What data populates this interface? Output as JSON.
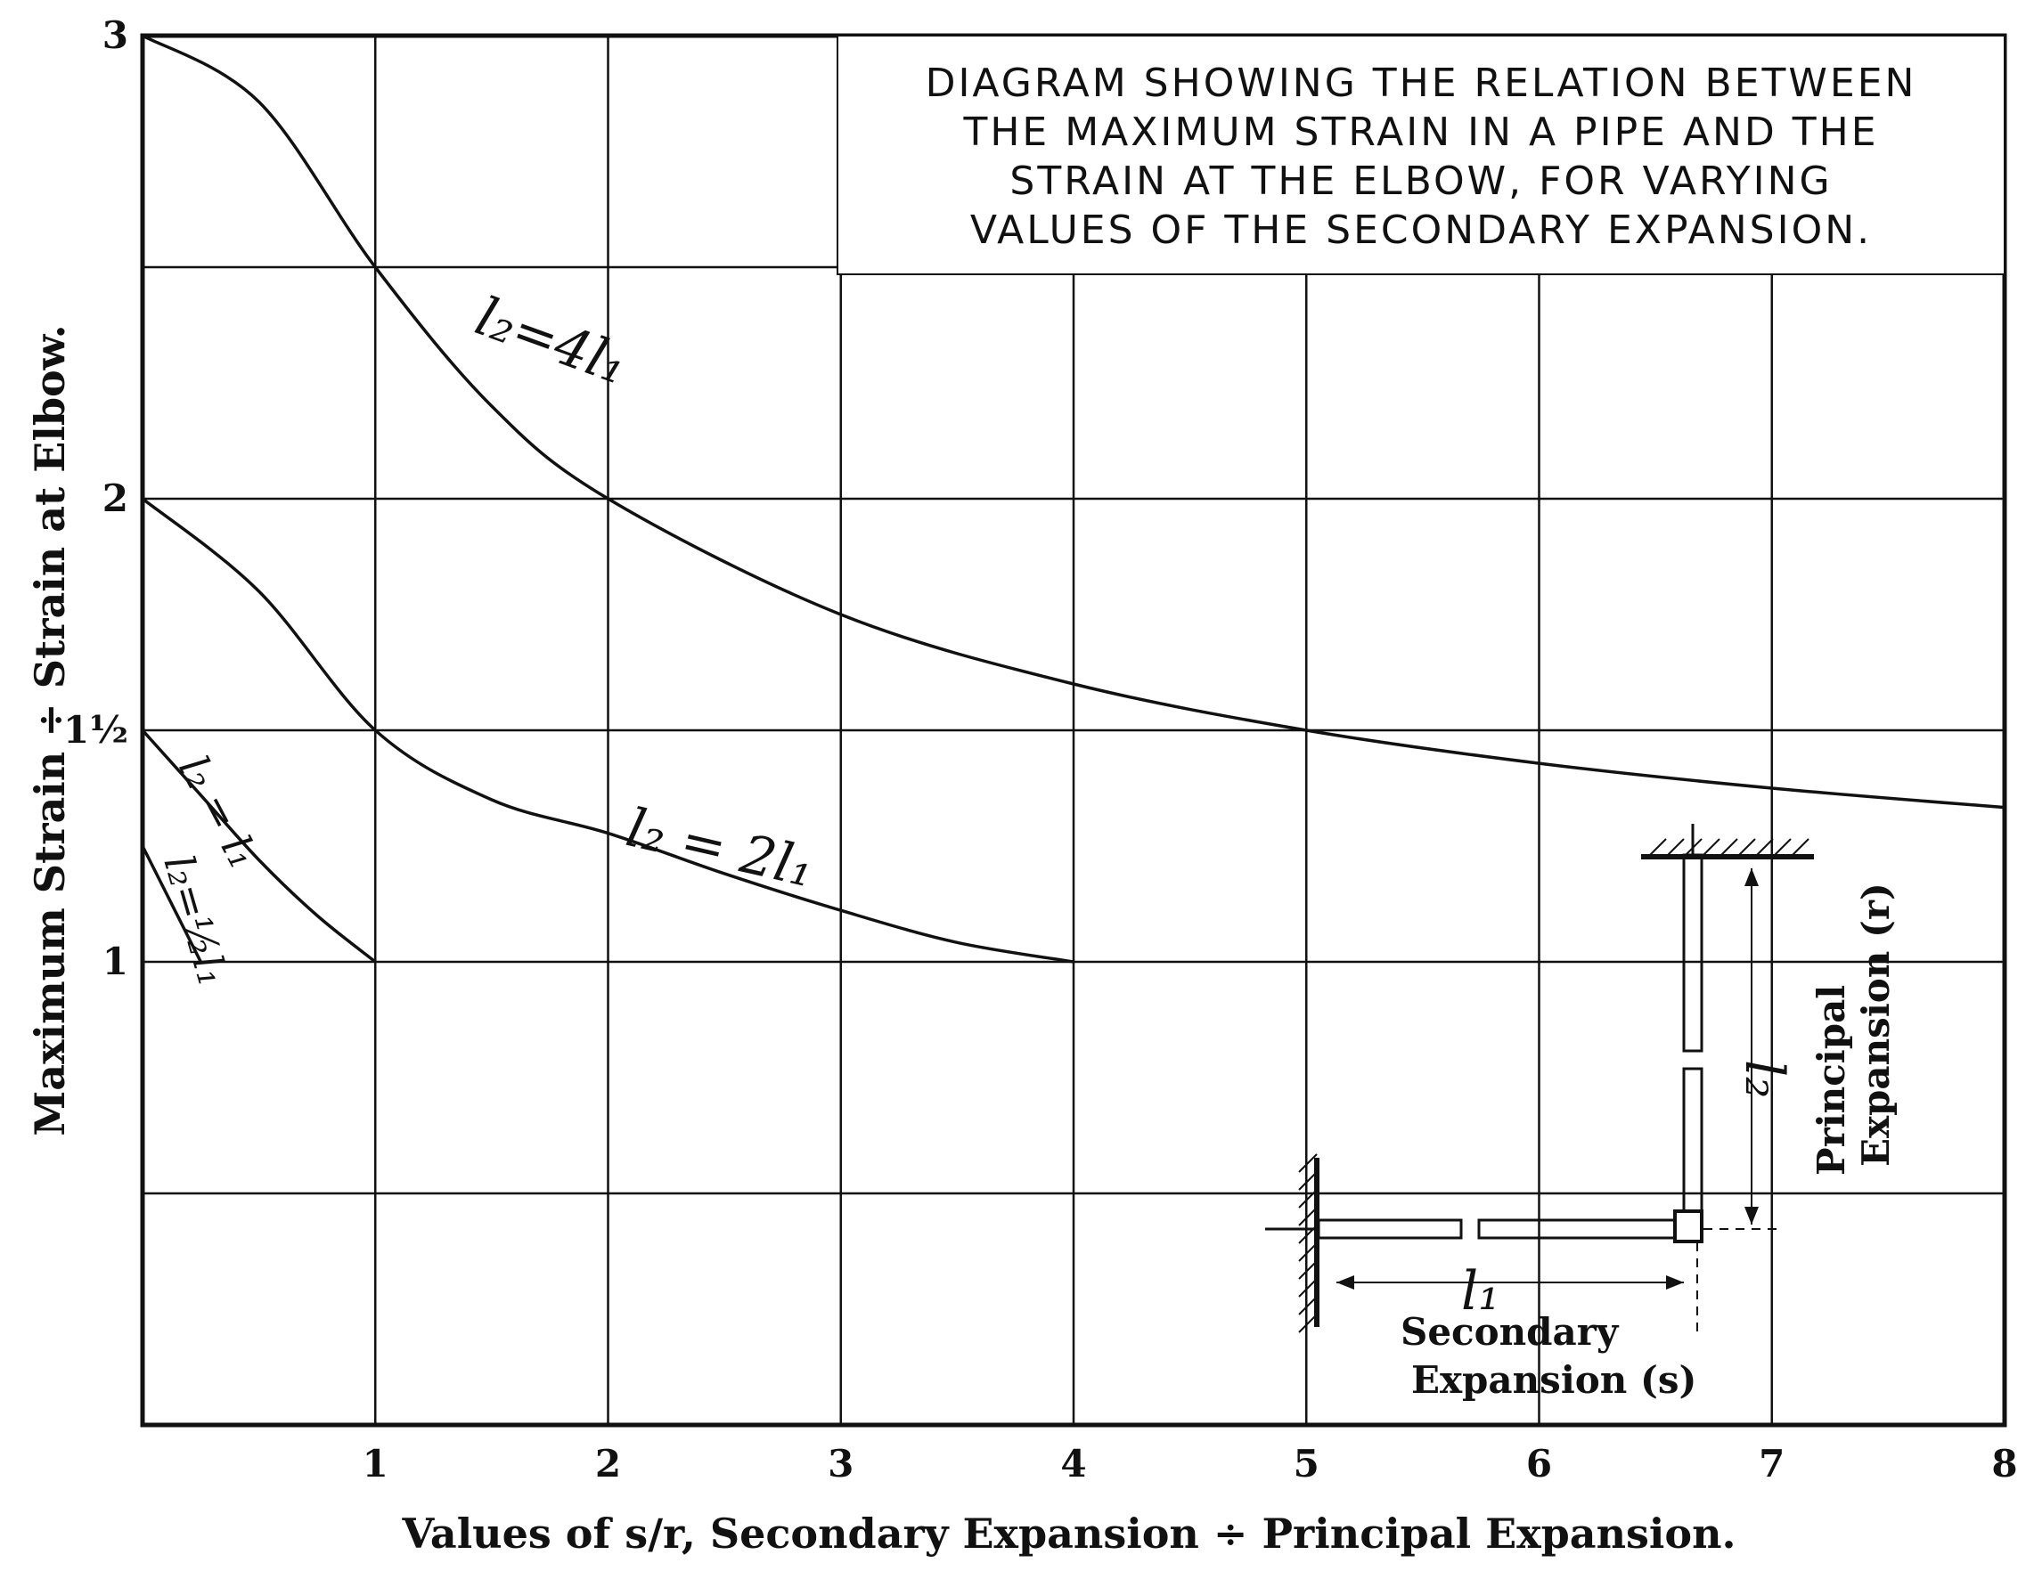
{
  "chart_data": {
    "type": "line",
    "title": [
      "DIAGRAM SHOWING THE RELATION BETWEEN",
      "THE MAXIMUM STRAIN IN A PIPE AND THE",
      "STRAIN AT THE ELBOW, FOR VARYING",
      "VALUES OF THE SECONDARY EXPANSION."
    ],
    "xlabel": "Values of s/r, Secondary Expansion ÷ Principal Expansion.",
    "ylabel": "Maximum Strain ÷ Strain at Elbow.",
    "xlim": [
      0,
      8
    ],
    "ylim": [
      0,
      3
    ],
    "x_ticks": [
      1,
      2,
      3,
      4,
      5,
      6,
      7,
      8
    ],
    "x_tick_labels": [
      "1",
      "2",
      "3",
      "4",
      "5",
      "6",
      "7",
      "8"
    ],
    "y_ticks": [
      1,
      1.5,
      2,
      3
    ],
    "y_tick_labels": [
      "1",
      "1½",
      "2",
      "3"
    ],
    "grid": true,
    "series": [
      {
        "name": "l₂ = 4l₁",
        "x": [
          0,
          0.5,
          1,
          1.5,
          2,
          3,
          4,
          5,
          6,
          7,
          8
        ],
        "y": [
          3.0,
          2.857,
          2.5,
          2.2,
          2.0,
          1.75,
          1.6,
          1.5,
          1.4286,
          1.375,
          1.3333
        ]
      },
      {
        "name": "l₂ = 2l₁",
        "x": [
          0,
          0.5,
          1,
          1.5,
          2,
          2.5,
          3,
          3.5,
          4
        ],
        "y": [
          2.0,
          1.8,
          1.5,
          1.35,
          1.2778,
          1.1905,
          1.1111,
          1.0417,
          1.0
        ]
      },
      {
        "name": "l₂ = l₁",
        "x": [
          0,
          0.25,
          0.5,
          0.75,
          1
        ],
        "y": [
          1.5,
          1.36,
          1.22,
          1.1,
          1.0
        ]
      },
      {
        "name": "l₂ = ½l₁",
        "x": [
          0,
          0.1,
          0.2,
          0.25
        ],
        "y": [
          1.25,
          1.15,
          1.05,
          1.0
        ]
      }
    ],
    "curve_labels": {
      "c4": "l₂=4l₁",
      "c2": "l₂ = 2l₁",
      "c1": "l₂ = l₁",
      "chalf": "l₂=½l₁"
    },
    "inset": {
      "l1_label": "l₁",
      "l2_label": "l₂",
      "secondary_line1": "Secondary",
      "secondary_line2": "Expansion (s)",
      "principal_line1": "Principal",
      "principal_line2": "Expansion (r)"
    }
  }
}
